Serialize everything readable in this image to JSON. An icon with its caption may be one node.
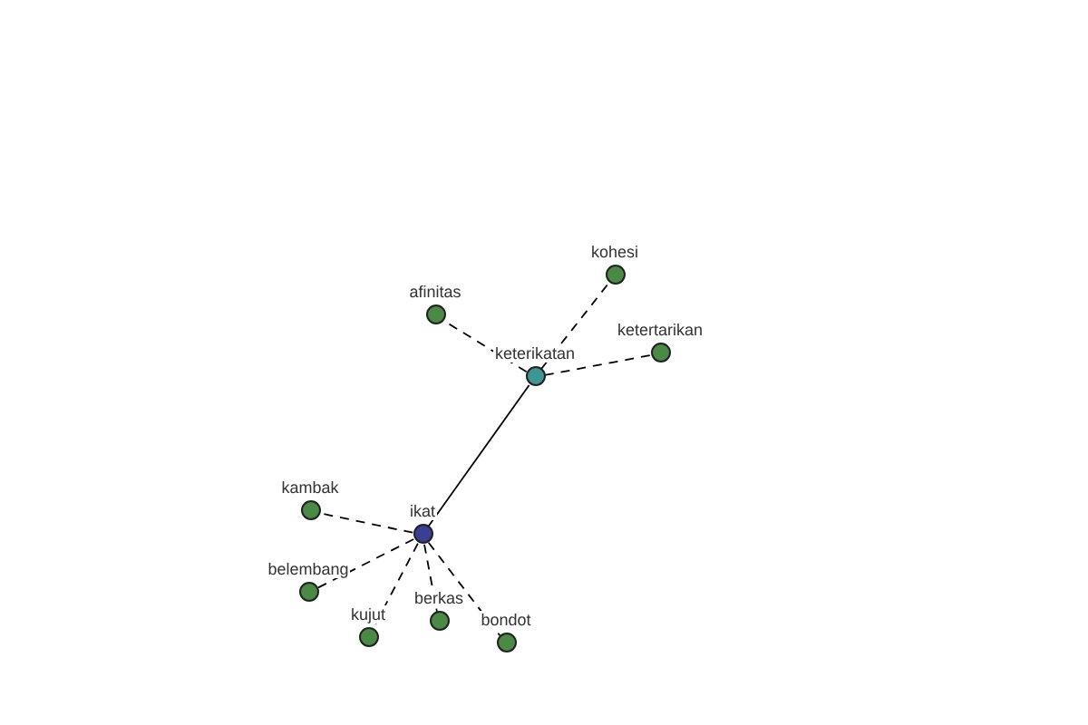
{
  "diagram": {
    "nodes": [
      {
        "text": [
          "ikat"
        ]
      },
      {
        "text": [
          "keterikatan"
        ]
      },
      {
        "text": [
          "kohesi"
        ]
      },
      {
        "text": [
          "afinitas"
        ]
      },
      {
        "text": [
          "ketertarikan"
        ]
      },
      {
        "text": [
          "kambak"
        ]
      },
      {
        "text": [
          "belembang"
        ]
      },
      {
        "text": [
          "kujut"
        ]
      },
      {
        "text": [
          "berkas"
        ]
      },
      {
        "text": [
          "bondot"
        ]
      }
    ],
    "edges": [
      {
        "from": 0,
        "to": 1,
        "arrow": "none"
      },
      {
        "from": 1,
        "to": 2,
        "arrow": "none",
        "style": "dashed"
      },
      {
        "from": 1,
        "to": 3,
        "arrow": "none",
        "style": "dashed"
      },
      {
        "from": 1,
        "to": 4,
        "arrow": "none",
        "style": "dashed"
      },
      {
        "from": 0,
        "to": 5,
        "arrow": "none",
        "style": "dashed"
      },
      {
        "from": 0,
        "to": 6,
        "arrow": "none",
        "style": "dashed"
      },
      {
        "from": 0,
        "to": 7,
        "arrow": "none",
        "style": "dashed"
      },
      {
        "from": 0,
        "to": 8,
        "arrow": "none",
        "style": "dashed"
      },
      {
        "from": 0,
        "to": 9,
        "arrow": "none",
        "style": "dashed"
      }
    ]
  }
}
